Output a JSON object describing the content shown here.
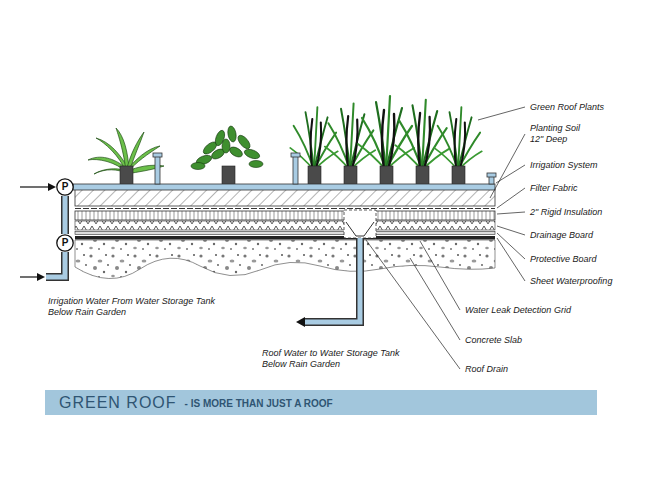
{
  "diagram": {
    "title": "GREEN ROOF",
    "nodes": [
      {
        "text": [
          "P"
        ]
      },
      {
        "text": [
          "P"
        ]
      }
    ],
    "edges": [
      {
        "from": 1,
        "to": 0,
        "arrow": "none"
      }
    ],
    "labels": [
      "Green Roof Plants",
      "Planting Soil 12\" Deep",
      "Irrigation System",
      "Filter Fabric",
      "2\" Rigid Insulation",
      "Drainage Board",
      "Protective Board",
      "Sheet Waterproofing",
      "Water Leak Detection Grid",
      "Concrete Slab",
      "Roof Drain",
      "Irrigation Water From Water Storage Tank Below Rain Garden",
      "Roof Water to Water Storage Tank Below Rain Garden",
      "- IS MORE THAN JUST A ROOF"
    ]
  }
}
